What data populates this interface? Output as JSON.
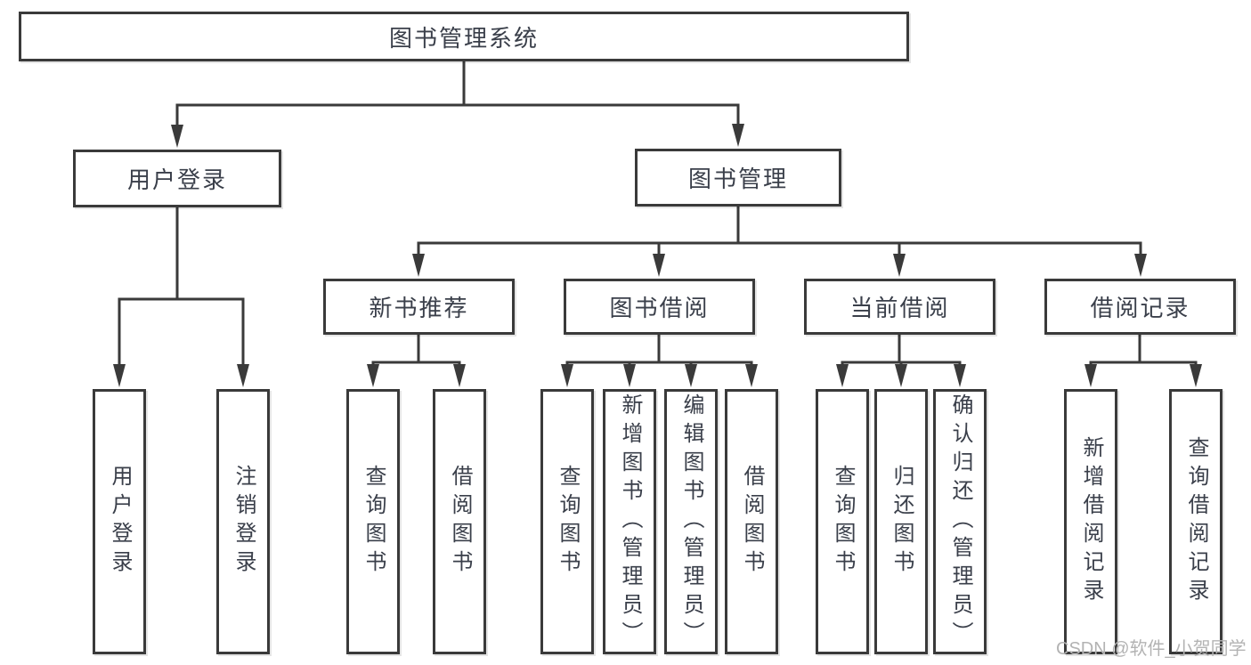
{
  "diagram": {
    "title": "图书管理系统",
    "children": [
      {
        "label": "用户登录",
        "children": [
          {
            "label": "用户登录"
          },
          {
            "label": "注销登录"
          }
        ]
      },
      {
        "label": "图书管理",
        "children": [
          {
            "label": "新书推荐",
            "children": [
              {
                "label": "查询图书"
              },
              {
                "label": "借阅图书"
              }
            ]
          },
          {
            "label": "图书借阅",
            "children": [
              {
                "label": "查询图书"
              },
              {
                "label": "新增图书（管理员）"
              },
              {
                "label": "编辑图书（管理员）"
              },
              {
                "label": "借阅图书"
              }
            ]
          },
          {
            "label": "当前借阅",
            "children": [
              {
                "label": "查询图书"
              },
              {
                "label": "归还图书"
              },
              {
                "label": "确认归还（管理员）"
              }
            ]
          },
          {
            "label": "借阅记录",
            "children": [
              {
                "label": "新增借阅记录"
              },
              {
                "label": "查询借阅记录"
              }
            ]
          }
        ]
      }
    ]
  },
  "watermark": {
    "text": "CSDN @软件_小贺同学"
  },
  "colors": {
    "line": "#3a3a3a",
    "text": "#3a3f4a",
    "box_background": "#ffffff",
    "watermark": "#b3b3b3"
  }
}
